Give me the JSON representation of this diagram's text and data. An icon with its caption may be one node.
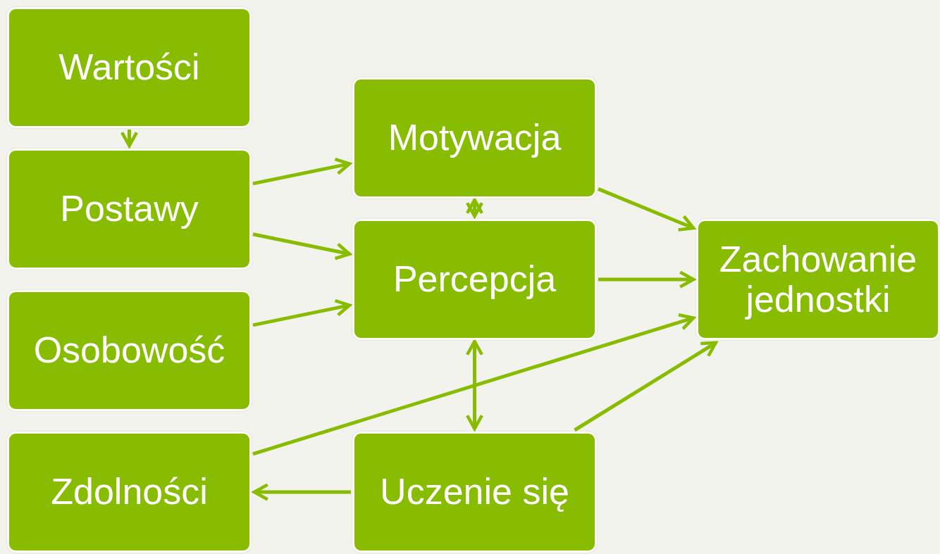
{
  "diagram": {
    "nodes": [
      {
        "text": [
          "Wartości"
        ]
      },
      {
        "text": [
          "Postawy"
        ]
      },
      {
        "text": [
          "Osobowość"
        ]
      },
      {
        "text": [
          "Zdolności"
        ]
      },
      {
        "text": [
          "Motywacja"
        ]
      },
      {
        "text": [
          "Percepcja"
        ]
      },
      {
        "text": [
          "Uczenie się"
        ]
      },
      {
        "text": [
          "Zachowanie jednostki"
        ]
      }
    ],
    "edges": [
      {
        "from": 0,
        "to": 1,
        "arrow": "to"
      },
      {
        "from": 1,
        "to": 4,
        "arrow": "to"
      },
      {
        "from": 1,
        "to": 5,
        "arrow": "to"
      },
      {
        "from": 2,
        "to": 5,
        "arrow": "to"
      },
      {
        "from": 4,
        "to": 7,
        "arrow": "to"
      },
      {
        "from": 4,
        "to": 5,
        "arrow": "both"
      },
      {
        "from": 5,
        "to": 7,
        "arrow": "to"
      },
      {
        "from": 5,
        "to": 6,
        "arrow": "both"
      },
      {
        "from": 6,
        "to": 3,
        "arrow": "to"
      },
      {
        "from": 3,
        "to": 7,
        "arrow": "to"
      },
      {
        "from": 6,
        "to": 7,
        "arrow": "to"
      }
    ]
  }
}
